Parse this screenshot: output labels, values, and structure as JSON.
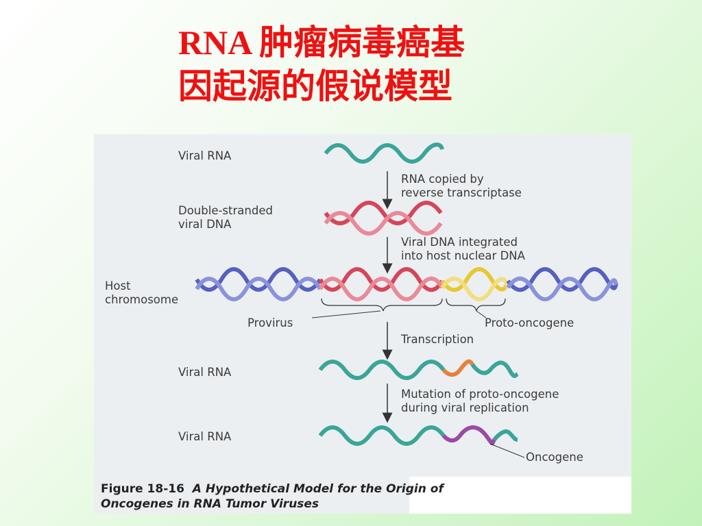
{
  "slide": {
    "title_line1": "RNA 肿瘤病毒癌基",
    "title_line2": "因起源的假说模型"
  },
  "figure": {
    "steps": {
      "viral_rna_1": "Viral RNA",
      "arrow1_text": "RNA copied by\nreverse transcriptase",
      "ds_dna": "Double-stranded\nviral DNA",
      "arrow2_text": "Viral DNA integrated\ninto host nuclear DNA",
      "host_chromosome": "Host\nchromosome",
      "provirus": "Provirus",
      "proto_oncogene": "Proto-oncogene",
      "arrow3_text": "Transcription",
      "viral_rna_2": "Viral RNA",
      "arrow4_text": "Mutation of proto-oncogene\nduring viral replication",
      "viral_rna_3": "Viral RNA",
      "oncogene": "Oncogene"
    },
    "caption": {
      "line1_prefix": "Figure 18-16",
      "line1_text": "A Hypothetical Model for the Origin of",
      "line2_text": "Oncogenes in RNA Tumor Viruses"
    },
    "colors": {
      "rna": "#3aa598",
      "dna_viral": "#d6455a",
      "host_blue": "#5560c0",
      "proto_yellow": "#e8c830",
      "mut_orange": "#e8803a",
      "onco_purple": "#9a4aa8"
    }
  }
}
